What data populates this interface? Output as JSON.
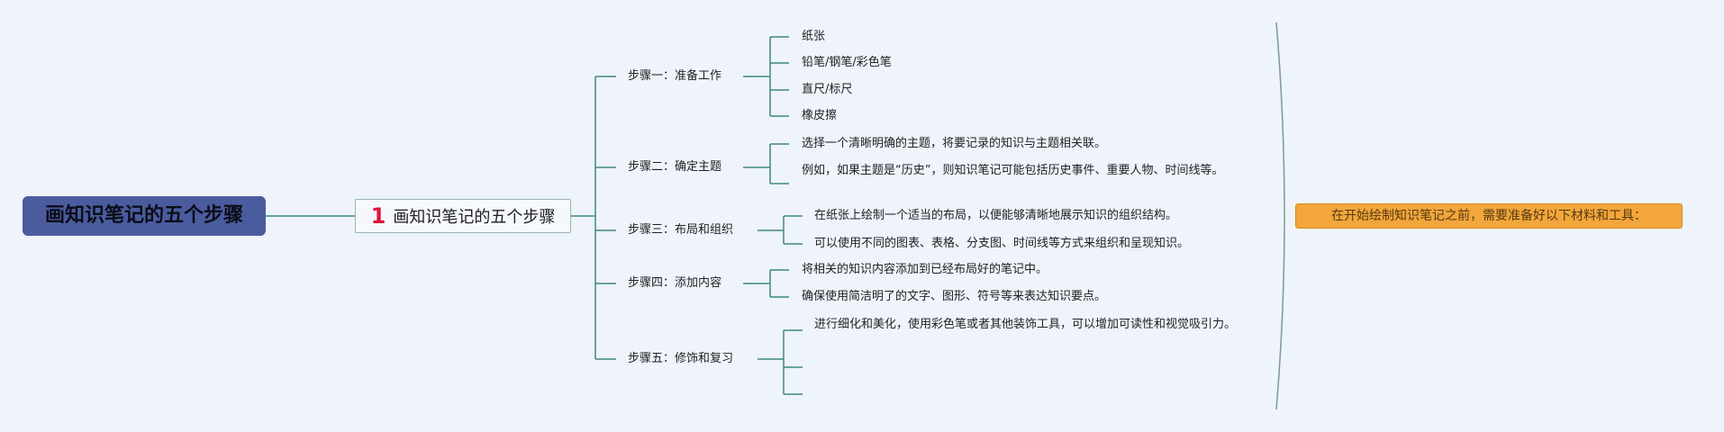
{
  "root": {
    "title": "画知识笔记的五个步骤"
  },
  "main_topic": {
    "number": "1",
    "label": "画知识笔记的五个步骤"
  },
  "steps": [
    {
      "label": "步骤一：准备工作",
      "items": [
        "纸张",
        "铅笔/钢笔/彩色笔",
        "直尺/标尺",
        "橡皮擦"
      ]
    },
    {
      "label": "步骤二：确定主题",
      "items": [
        "选择一个清晰明确的主题，将要记录的知识与主题相关联。",
        "例如，如果主题是“历史”，则知识笔记可能包括历史事件、重要人物、时间线等。"
      ]
    },
    {
      "label": "步骤三：布局和组织",
      "items": [
        "在纸张上绘制一个适当的布局，以便能够清晰地展示知识的组织结构。",
        "可以使用不同的图表、表格、分支图、时间线等方式来组织和呈现知识。"
      ]
    },
    {
      "label": "步骤四：添加内容",
      "items": [
        "将相关的知识内容添加到已经布局好的笔记中。",
        "确保使用简洁明了的文字、图形、符号等来表达知识要点。"
      ]
    },
    {
      "label": "步骤五：修饰和复习",
      "items": [
        "进行细化和美化，使用彩色笔或者其他装饰工具，可以增加可读性和视觉吸引力。",
        "",
        ""
      ]
    }
  ],
  "summary_note": "在开始绘制知识笔记之前，需要准备好以下材料和工具：",
  "colors": {
    "background": "#eef3fc",
    "root_fill": "#4a5c9e",
    "connector": "#3f8a78",
    "main_number": "#e0143c",
    "note_fill": "#f2a63b",
    "brace": "#7a9a92"
  }
}
